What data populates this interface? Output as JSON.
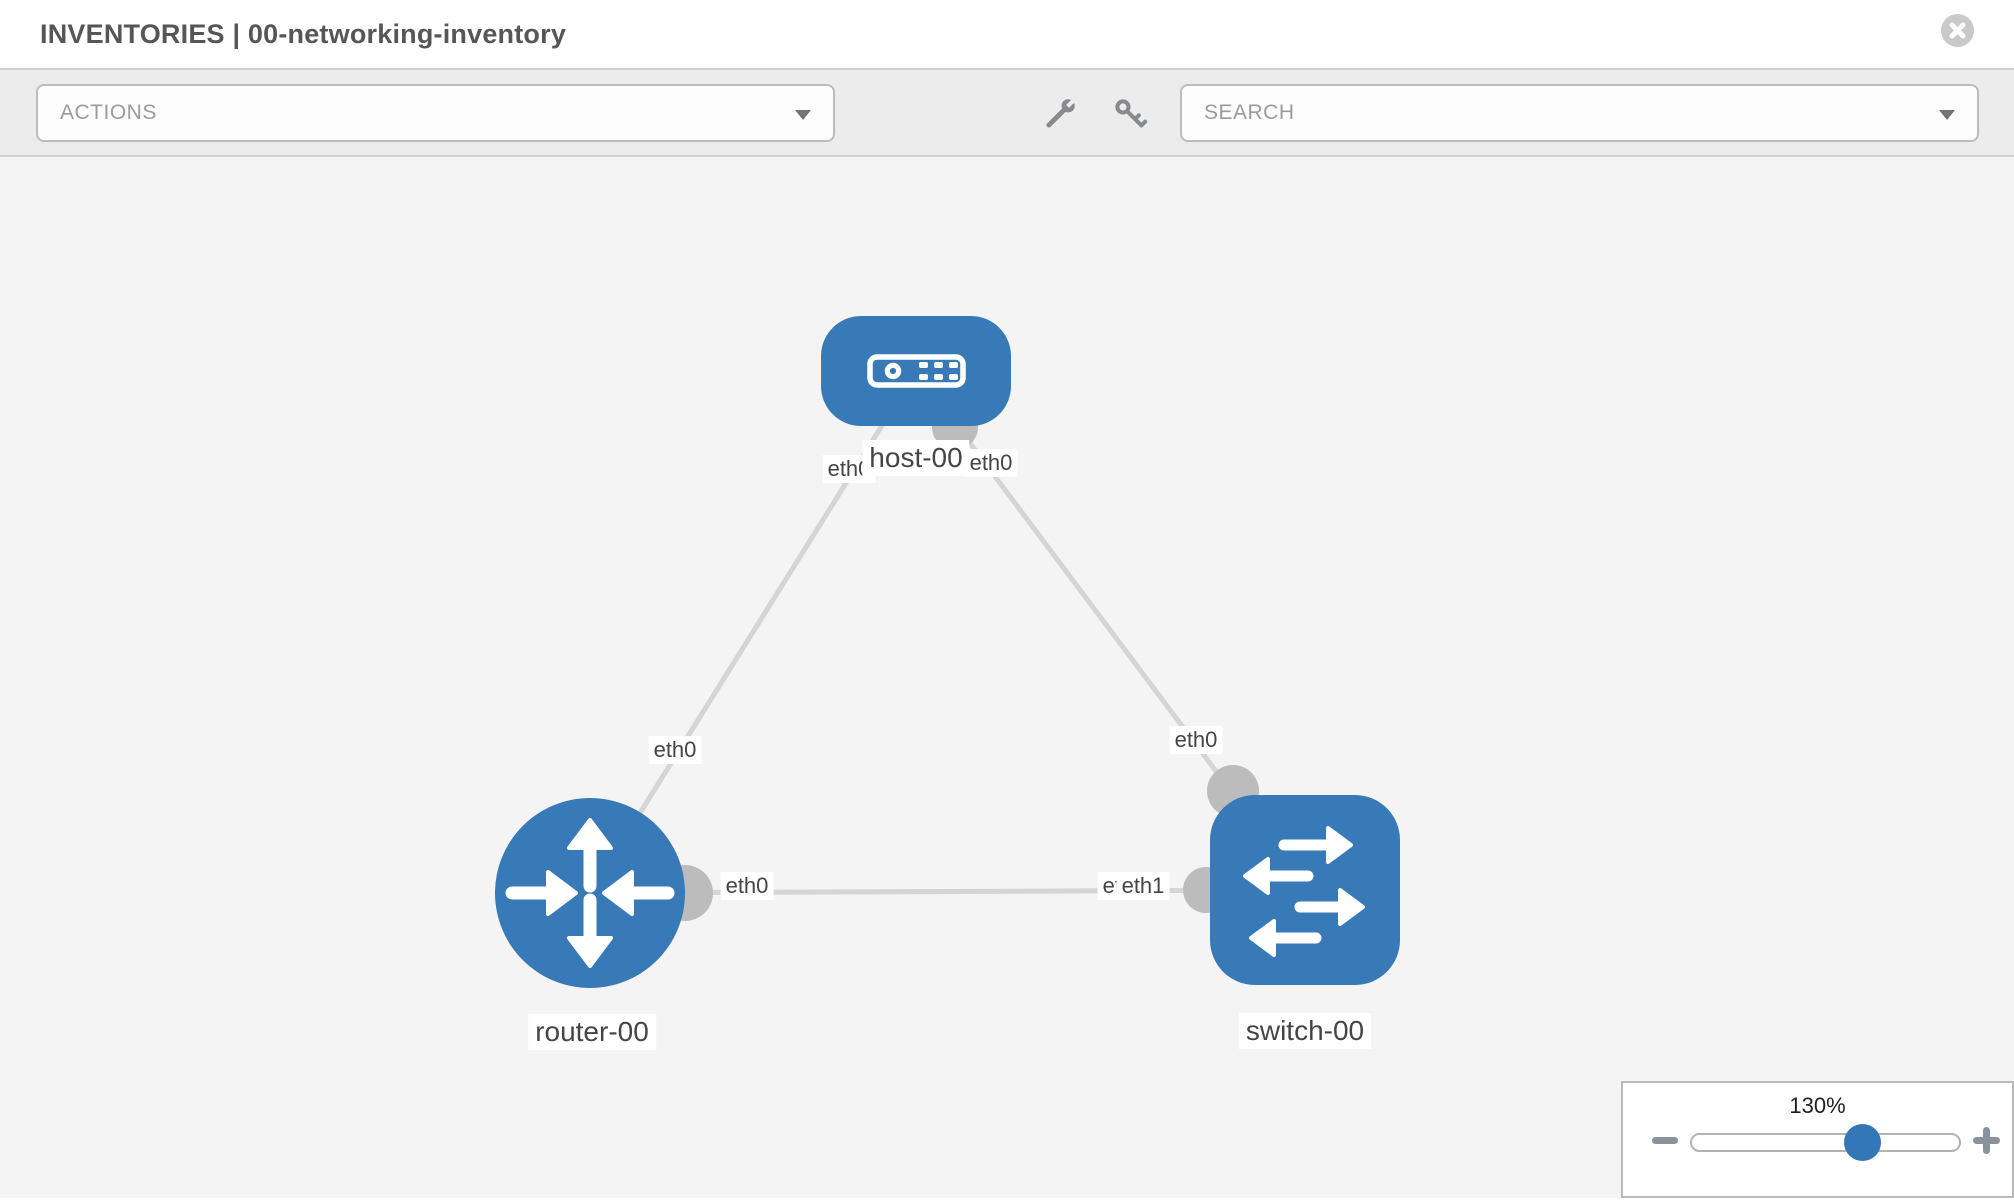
{
  "header": {
    "title": "INVENTORIES | 00-networking-inventory"
  },
  "toolbar": {
    "actions_label": "ACTIONS",
    "search_label": "SEARCH"
  },
  "colors": {
    "node_blue": "#377ab7",
    "link_gray": "#d5d5d5",
    "endpoint_dot_gray": "#bcbcbc",
    "canvas_bg": "#f4f4f4",
    "accent_slider_blue": "#3377b8"
  },
  "topology": {
    "nodes": [
      {
        "id": "host-00",
        "type": "host",
        "label": "host-00"
      },
      {
        "id": "router-00",
        "type": "router",
        "label": "router-00"
      },
      {
        "id": "switch-00",
        "type": "switch",
        "label": "switch-00"
      }
    ],
    "links": [
      {
        "from": "host-00",
        "to": "router-00",
        "from_interface": "eth0",
        "to_interface": "eth0"
      },
      {
        "from": "host-00",
        "to": "switch-00",
        "from_interface": "eth0",
        "to_interface": "eth0"
      },
      {
        "from": "router-00",
        "to": "switch-00",
        "from_interface": "eth0",
        "to_interface": "eth1"
      }
    ]
  },
  "zoom_control": {
    "level": "130%"
  },
  "icons": {
    "close": "close-icon",
    "wrench": "wrench-icon",
    "key": "key-icon",
    "dropdown": "chevron-down-icon",
    "minus": "minus-icon",
    "plus": "plus-icon"
  }
}
